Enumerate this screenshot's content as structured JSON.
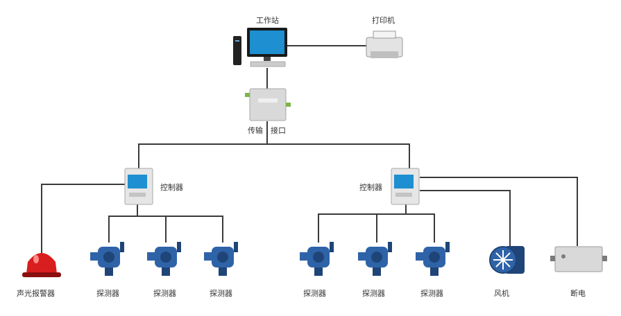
{
  "labels": {
    "workstation": "工作站",
    "printer": "打印机",
    "transmission_interface": "传输　接口",
    "controller_left": "控制器",
    "controller_right": "控制器",
    "alarm": "声光报警器",
    "detector": "探测器",
    "fan": "风机",
    "power_cutoff": "断电"
  },
  "colors": {
    "line": "#3a3a3a",
    "device_blue": "#2f63a8",
    "device_blue_dark": "#1f4477",
    "alarm_red": "#d81e1e",
    "panel_grey": "#d9d9d9",
    "screen_blue": "#1e8fd0"
  }
}
